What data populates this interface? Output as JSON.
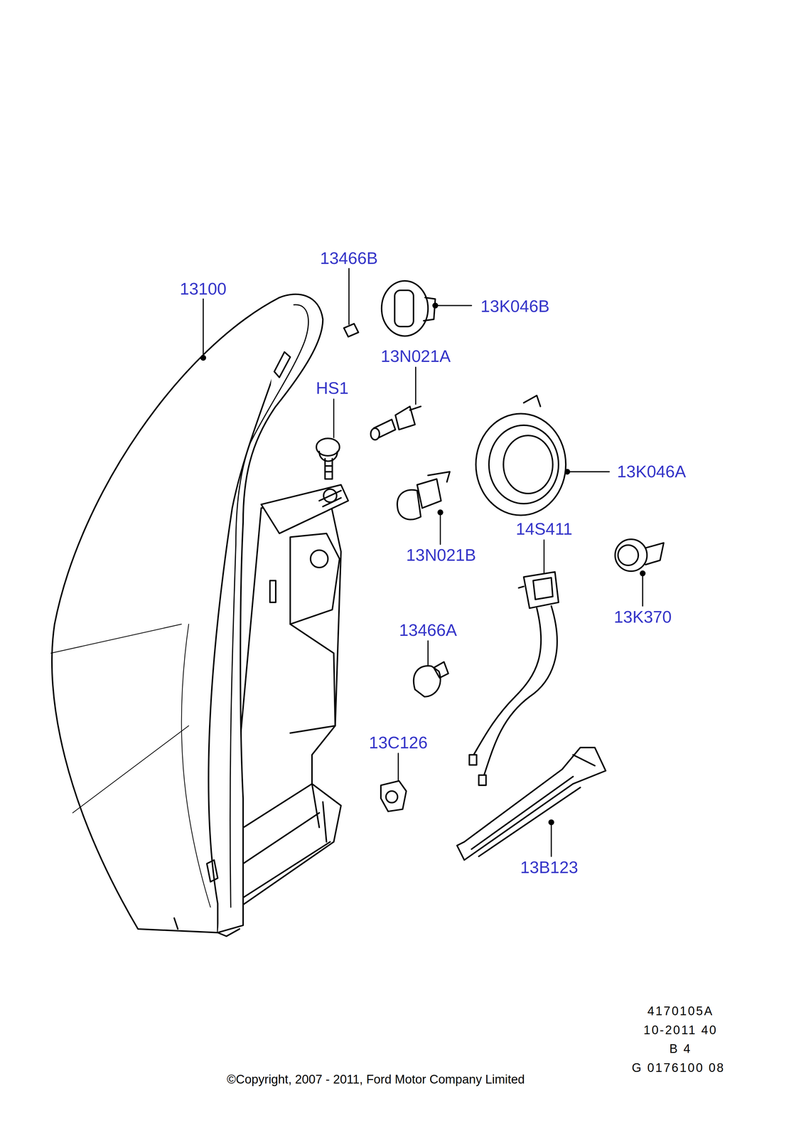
{
  "diagram": {
    "labels": [
      "13100",
      "13466B",
      "13K046B",
      "13N021A",
      "HS1",
      "13K046A",
      "13N021B",
      "14S411",
      "13K370",
      "13466A",
      "13C126",
      "13B123",
      "4170105A",
      "10-2011 40",
      "B 4",
      "G 0176100 08",
      "©Copyright, 2007 - 2011, Ford Motor Company Limited"
    ]
  }
}
